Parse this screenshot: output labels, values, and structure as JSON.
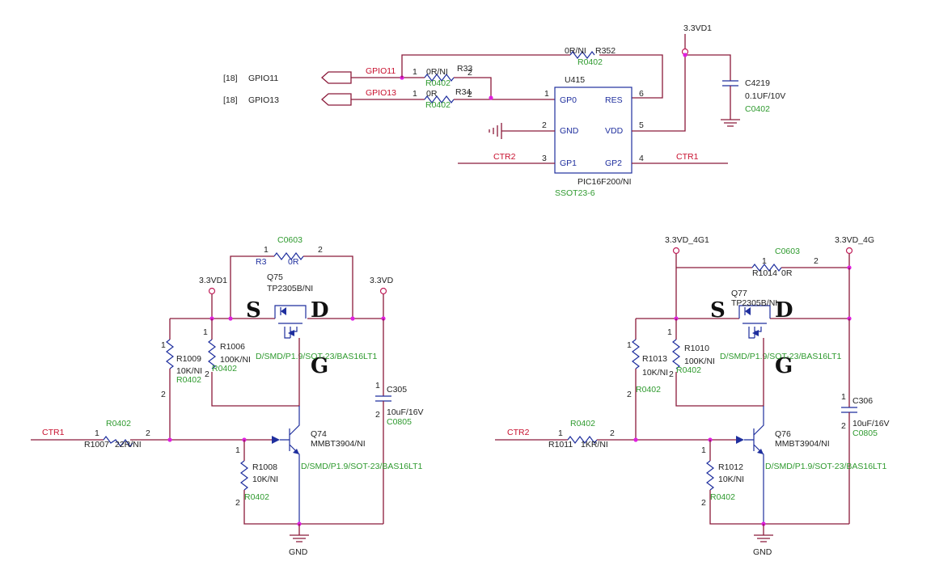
{
  "top": {
    "port_gpio11": "GPIO11",
    "port_gpio13": "GPIO13",
    "ref18a": "[18]",
    "ref18b": "[18]",
    "net_gpio11": "GPIO11",
    "net_gpio13": "GPIO13",
    "r33": {
      "ref": "R33",
      "val": "0R/NI",
      "pkg": "R0402",
      "p1": "1",
      "p2": "2"
    },
    "r34": {
      "ref": "R34",
      "val": "0R",
      "pkg": "R0402",
      "p1": "1",
      "p2": "2"
    },
    "r352": {
      "ref": "R352",
      "val": "0R/NI",
      "pkg": "R0402"
    },
    "u415": {
      "ref": "U415",
      "part": "PIC16F200/NI",
      "pkg": "SSOT23-6",
      "pins": [
        "GP0",
        "GND",
        "GP1",
        "RES",
        "VDD",
        "GP2"
      ],
      "nums": [
        "1",
        "2",
        "3",
        "6",
        "5",
        "4"
      ]
    },
    "ctr2": "CTR2",
    "ctr1": "CTR1",
    "supply": "3.3VD1",
    "c4219": {
      "ref": "C4219",
      "val": "0.1UF/10V",
      "pkg": "C0402"
    }
  },
  "left": {
    "r3": {
      "ref": "R3",
      "val": "0R",
      "pkg": "C0603",
      "p1": "1",
      "p2": "2"
    },
    "vin": "3.3VD1",
    "vout": "3.3VD",
    "q75": {
      "ref": "Q75",
      "part": "TP2305B/NI"
    },
    "s": "S",
    "d": "D",
    "g": "G",
    "r1009": {
      "ref": "R1009",
      "val": "10K/NI",
      "pkg": "R0402",
      "p1": "1",
      "p2": "2"
    },
    "r1006": {
      "ref": "R1006",
      "val": "100K/NI",
      "pkg": "R0402",
      "p1": "1",
      "p2": "2"
    },
    "footprint": "D/SMD/P1.9/SOT-23/BAS16LT1",
    "c305": {
      "ref": "C305",
      "val": "10uF/16V",
      "pkg": "C0805",
      "p1": "1",
      "p2": "2"
    },
    "ctr": "CTR1",
    "r1007": {
      "ref": "R1007",
      "val": "22R/NI",
      "pkg": "R0402",
      "p1": "1",
      "p2": "2"
    },
    "q74": {
      "ref": "Q74",
      "part": "MMBT3904/NI"
    },
    "footprint2": "D/SMD/P1.9/SOT-23/BAS16LT1",
    "r1008": {
      "ref": "R1008",
      "val": "10K/NI",
      "pkg": "R0402",
      "p1": "1",
      "p2": "2"
    },
    "gnd": "GND"
  },
  "right": {
    "vin": "3.3VD_4G1",
    "vout": "3.3VD_4G",
    "r1014": {
      "ref": "R1014",
      "val": "0R",
      "pkg": "C0603",
      "p1": "1",
      "p2": "2"
    },
    "q77": {
      "ref": "Q77",
      "part": "TP2305B/NI"
    },
    "s": "S",
    "d": "D",
    "g": "G",
    "r1013": {
      "ref": "R1013",
      "val": "10K/NI",
      "pkg": "R0402",
      "p1": "1",
      "p2": "2"
    },
    "r1010": {
      "ref": "R1010",
      "val": "100K/NI",
      "pkg": "R0402",
      "p1": "1",
      "p2": "2"
    },
    "footprint": "D/SMD/P1.9/SOT-23/BAS16LT1",
    "c306": {
      "ref": "C306",
      "val": "10uF/16V",
      "pkg": "C0805",
      "p1": "1",
      "p2": "2"
    },
    "ctr": "CTR2",
    "r1011": {
      "ref": "R1011",
      "val": "1KR/NI",
      "pkg": "R0402",
      "p1": "1",
      "p2": "2"
    },
    "q76": {
      "ref": "Q76",
      "part": "MMBT3904/NI"
    },
    "footprint2": "D/SMD/P1.9/SOT-23/BAS16LT1",
    "r1012": {
      "ref": "R1012",
      "val": "10K/NI",
      "pkg": "R0402",
      "p1": "1",
      "p2": "2"
    },
    "gnd": "GND"
  }
}
